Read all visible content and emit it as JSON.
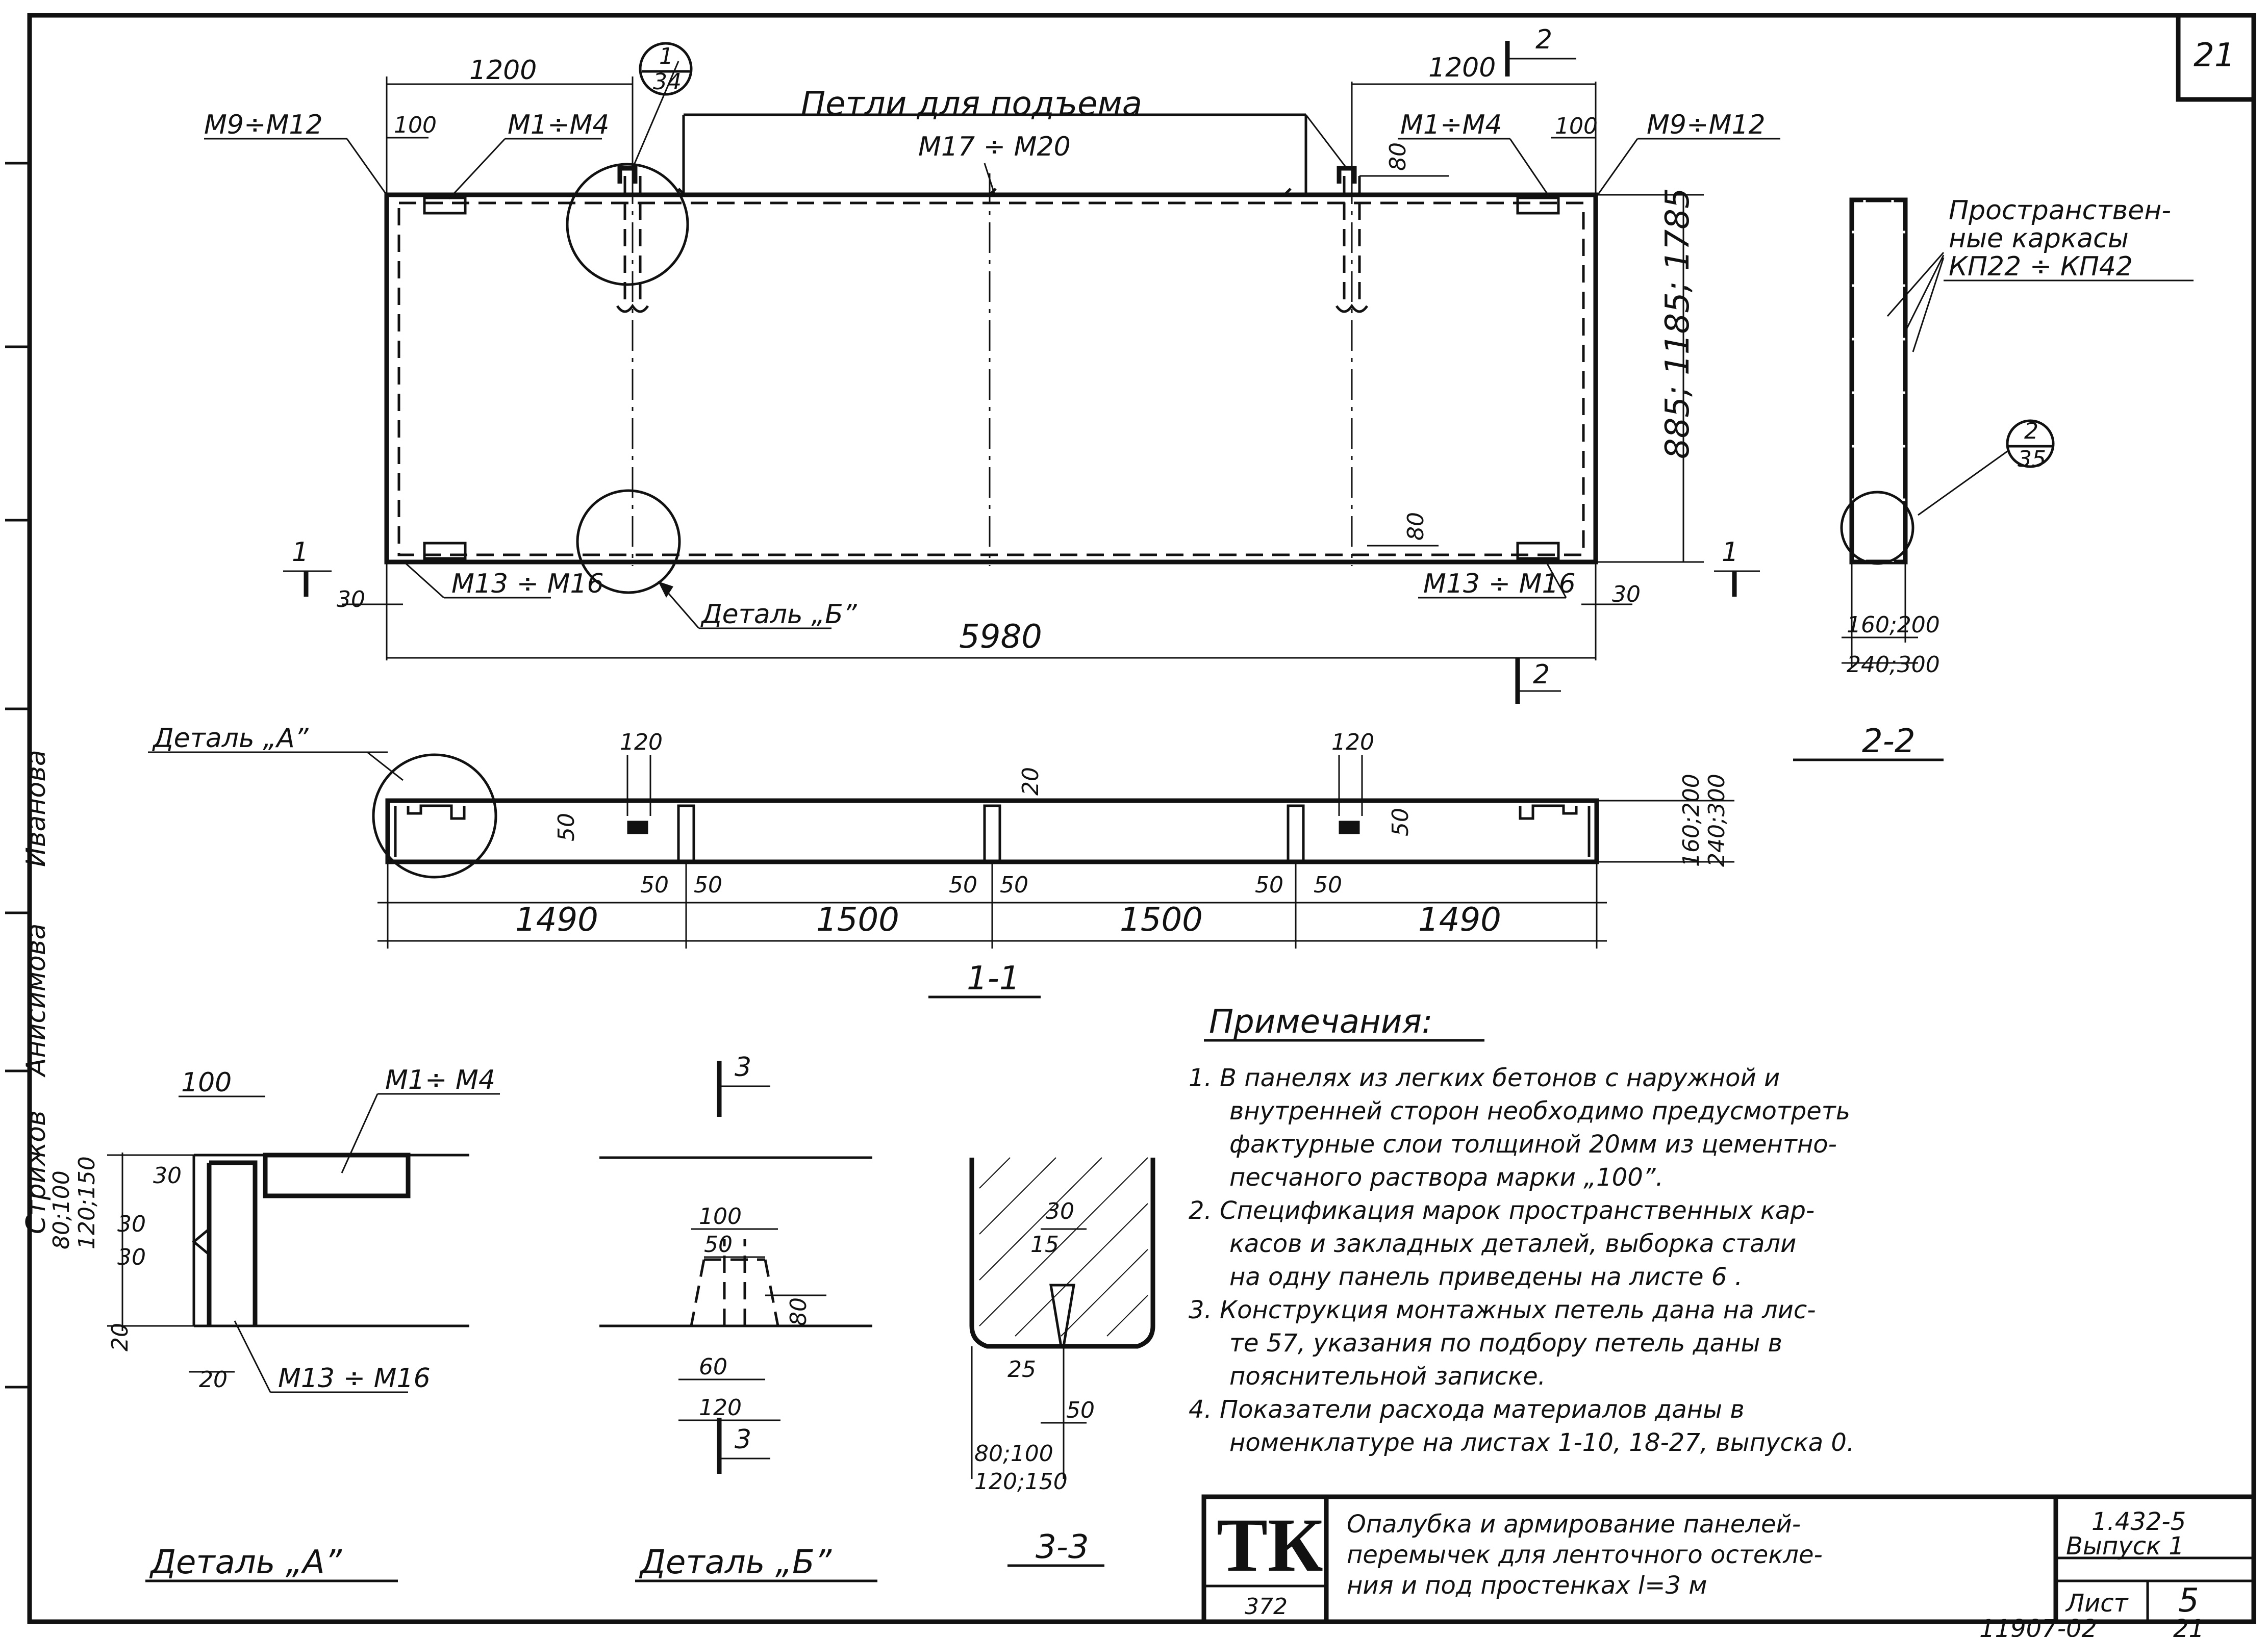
{
  "sheet": {
    "page_number": "21",
    "stamp_bottom": "11907-02",
    "stamp_bottom_page": "21"
  },
  "plan": {
    "title_loops": "Петли для подъема",
    "dims": {
      "left_1200": "1200",
      "right_1200": "1200",
      "left_100": "100",
      "right_100": "100",
      "total": "5980",
      "end_30_left": "30",
      "end_30_right": "30",
      "height": "885; 1185; 1785",
      "loop_80_top": "80",
      "loop_80_bottom": "80"
    },
    "marks": {
      "m9_m12_left": "М9÷М12",
      "m9_m12_right": "М9÷М12",
      "m1_m4_left": "М1÷М4",
      "m1_m4_right": "М1÷М4",
      "m17_m20": "М17 ÷ М20",
      "m13_m16_left": "М13 ÷ М16",
      "m13_m16_right": "М13 ÷ М16"
    },
    "detail_b_label": "Деталь „Б”",
    "callout_1": {
      "num": "1",
      "sheet": "34"
    },
    "section_1_left": "1",
    "section_1_right": "1",
    "section_2_top": "2",
    "section_2_bottom": "2"
  },
  "section22": {
    "caption": "2-2",
    "note_frames": "Пространствен-\nные каркасы\nКП22 ÷ КП42",
    "note_l1": "Пространствен-",
    "note_l2": "ные каркасы",
    "note_l3": "КП22 ÷ КП42",
    "callout_2": {
      "num": "2",
      "sheet": "35"
    },
    "dim_a": "160;200",
    "dim_b": "240;300"
  },
  "section11": {
    "caption": "1-1",
    "detail_a_label": "Деталь „А”",
    "dims": {
      "d120_left": "120",
      "d120_right": "120",
      "d20": "20",
      "d50_left": "50",
      "d50_right": "50",
      "gaps": [
        "50",
        "50",
        "50",
        "50",
        "50",
        "50"
      ],
      "spans": [
        "1490",
        "1500",
        "1500",
        "1490"
      ],
      "thick_a": "160;200",
      "thick_b": "240;300"
    }
  },
  "detailA": {
    "caption": "Деталь „А”",
    "dims": {
      "d100": "100",
      "d30_top": "30",
      "d80_100": "80;100",
      "d120_150": "120;150",
      "d30_mid": "30",
      "d30_low": "30",
      "d20_low": "20",
      "d20_bottom": "20"
    },
    "m1_m4": "М1÷ М4",
    "m13_m16": "М13 ÷ М16"
  },
  "detailB": {
    "caption": "Деталь „Б”",
    "dims": {
      "d100": "100",
      "d50": "50",
      "d80": "80",
      "d60": "60",
      "d120": "120"
    },
    "section_3_top": "3",
    "section_3_bottom": "3"
  },
  "section33": {
    "caption": "3-3",
    "dims": {
      "d30": "30",
      "d15": "15",
      "d25": "25",
      "d50": "50",
      "d80_100": "80;100",
      "d120_150": "120;150"
    }
  },
  "notes": {
    "title": "Примечания:",
    "lines": [
      "1. В панелях из легких бетонов с наружной и",
      "внутренней сторон необходимо предусмотреть",
      "фактурные слои толщиной 20мм из цементно-",
      "песчаного раствора марки „100”.",
      "2. Спецификация марок пространственных кар-",
      "касов и закладных деталей, выборка стали",
      "на одну панель приведены на листе 6 .",
      "3. Конструкция монтажных петель дана на лис-",
      "те 57, указания по подбору петель даны в",
      "пояснительной записке.",
      "4. Показатели расхода материалов даны в",
      "номенклатуре на листах 1-10, 18-27, выпуска 0."
    ]
  },
  "title_block": {
    "org": "ТК",
    "code": "372",
    "title_lines": [
      "Опалубка и армирование панелей-",
      "перемычек для ленточного остекле-",
      "ния и под простенках l=3 м"
    ],
    "series": "1.432-5",
    "issue": "Выпуск 1",
    "sheet_label": "Лист",
    "sheet_num": "5"
  },
  "margin": {
    "sig_1": "Иванова",
    "sig_2": "Анисимова",
    "sig_3": "Стрижов"
  }
}
